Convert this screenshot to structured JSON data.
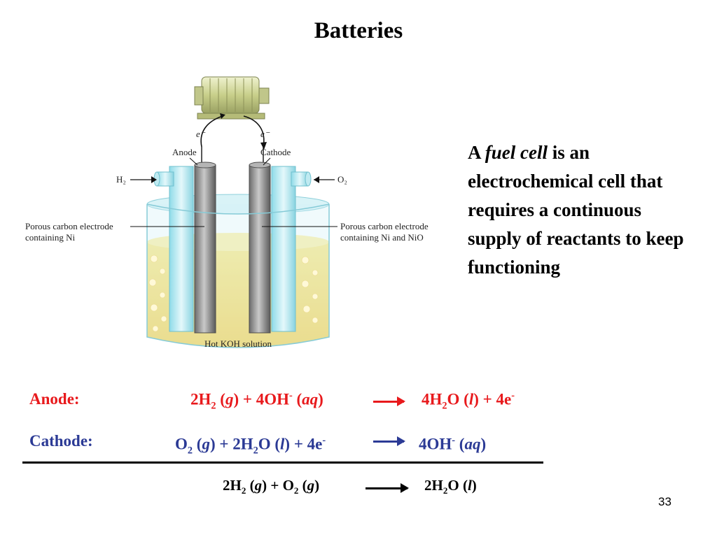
{
  "title": "Batteries",
  "description": {
    "prefix": "A ",
    "term": "fuel cell",
    "suffix": " is an electrochemical cell that requires a continuous supply of reactants to keep functioning"
  },
  "figure": {
    "electron_left": "e⁻",
    "electron_right": "e⁻",
    "anode": "Anode",
    "cathode": "Cathode",
    "h2": "H₂",
    "o2": "O₂",
    "left_electrode_line1": "Porous carbon electrode",
    "left_electrode_line2": "containing Ni",
    "right_electrode_line1": "Porous carbon electrode",
    "right_electrode_line2": "containing Ni and NiO",
    "solution": "Hot KOH solution"
  },
  "equations": {
    "anode_label": "Anode:",
    "cathode_label": "Cathode:"
  },
  "colors": {
    "anode": "#e8191c",
    "cathode": "#2b3a95"
  },
  "page_number": "33"
}
